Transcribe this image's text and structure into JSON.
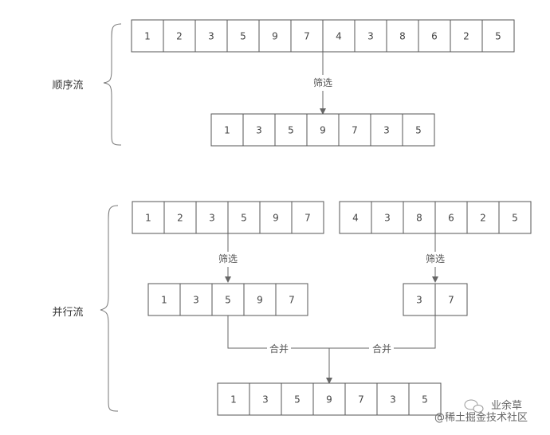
{
  "sequential": {
    "label": "顺序流",
    "source": [
      "1",
      "2",
      "3",
      "5",
      "9",
      "7",
      "4",
      "3",
      "8",
      "6",
      "2",
      "5"
    ],
    "filter_label": "筛选",
    "result": [
      "1",
      "3",
      "5",
      "9",
      "7",
      "3",
      "5"
    ]
  },
  "parallel": {
    "label": "并行流",
    "left_source": [
      "1",
      "2",
      "3",
      "5",
      "9",
      "7"
    ],
    "right_source": [
      "4",
      "3",
      "8",
      "6",
      "2",
      "5"
    ],
    "left_filter_label": "筛选",
    "right_filter_label": "筛选",
    "left_result": [
      "1",
      "3",
      "5",
      "9",
      "7"
    ],
    "right_result": [
      "3",
      "7"
    ],
    "left_merge_label": "合并",
    "right_merge_label": "合并",
    "merged": [
      "1",
      "3",
      "5",
      "9",
      "7",
      "3",
      "5"
    ]
  },
  "watermark": {
    "handle": "业余草",
    "site": "@稀土掘金技术社区"
  }
}
